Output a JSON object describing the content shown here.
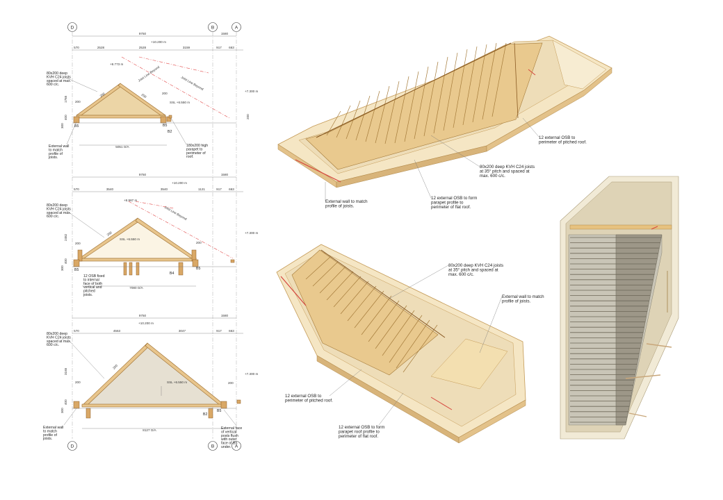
{
  "grid_labels": {
    "d": "D",
    "b": "B",
    "a": "A"
  },
  "section1": {
    "overall": "9750",
    "right_overall": "1580",
    "dims_top": [
      "570",
      "2528",
      "2528",
      "3159",
      "917",
      "663"
    ],
    "level_top": "+10.200 m",
    "level_ridge": "+8.773 m",
    "level_right": "+7.300 m",
    "ssl": "SSL +6.550 m",
    "ridge_line": "Joist Line Beyond",
    "joist_line": "Joist Line Beyond",
    "span": "5051 O/A",
    "note_joists": "80x200 deep KVH C24 joists spaced at max. 600 c/c.",
    "note_wall": "External wall to match profile of joists.",
    "note_parapet": "180x200 high parapet to perimeter of roof.",
    "b5": "B5",
    "b2": "B2",
    "h1": "1765",
    "h2": "400",
    "h3": "300",
    "v1": "200",
    "v2": "200",
    "v3": "200",
    "v4": "200",
    "v5": "200"
  },
  "section2": {
    "overall": "9750",
    "right_overall": "1580",
    "dims_top": [
      "570",
      "3540",
      "3540",
      "1121",
      "917",
      "663"
    ],
    "level_top": "+10.200 m",
    "level_ridge": "+8.987 m",
    "level_right": "+7.300 m",
    "ssl": "SSL +6.550 m",
    "ridge_line": "Joist Line Beyond",
    "span": "7080 O/A",
    "note_joists": "80x200 deep KVH C24 joists spaced at max. 600 c/c.",
    "note_osb": "12 OSB fixed to internal face of both vertical and pitched joists.",
    "b5a": "B5",
    "b5b": "B5",
    "b4": "B4",
    "h1": "2482",
    "h2": "400",
    "h3": "300",
    "v1": "200",
    "v2": "200",
    "v3": "200"
  },
  "section3": {
    "overall": "9750",
    "right_overall": "1580",
    "dims_top": [
      "570",
      "4563",
      "3047",
      "917",
      "663"
    ],
    "level_top": "+10.200 m",
    "level_right": "+7.300 m",
    "ssl": "SSL +6.550 m",
    "span": "8127 O/A",
    "note_joists": "80x200 deep KVH C24 joists spaced at max. 600 c/c.",
    "note_wall": "External wall to match profile of joists.",
    "note_face": "External face of vertical posts flush with outer face of B5 under.",
    "b5": "B5",
    "b2": "B2",
    "h1": "3165",
    "h2": "400",
    "h3": "300",
    "v1": "200",
    "v2": "200",
    "v3": "200"
  },
  "iso_top": {
    "note_osb_pitched": "12 external OSB to perimeter of pitched roof.",
    "note_joists": "80x200 deep KVH C24 joists at 35° pitch and spaced at max. 600 c/c.",
    "note_osb_flat": "12 external OSB to form parapet profile to perimeter of flat roof.",
    "note_wall": "External wall to match profile of joists."
  },
  "iso_bottom": {
    "note_joists": "80x200 deep KVH C24 joists at 35° pitch and spaced at max. 600 c/c.",
    "note_wall": "External wall to match profile of joists.",
    "note_osb_pitched": "12 external OSB to perimeter of pitched roof.",
    "note_osb_flat": "12 external OSB to form parapet roof profile to perimeter of flat roof."
  },
  "colors": {
    "timber": "#e8c58c",
    "osb": "#ecd5a6",
    "wall": "#f1ead6",
    "red_line": "#e24a4a"
  }
}
